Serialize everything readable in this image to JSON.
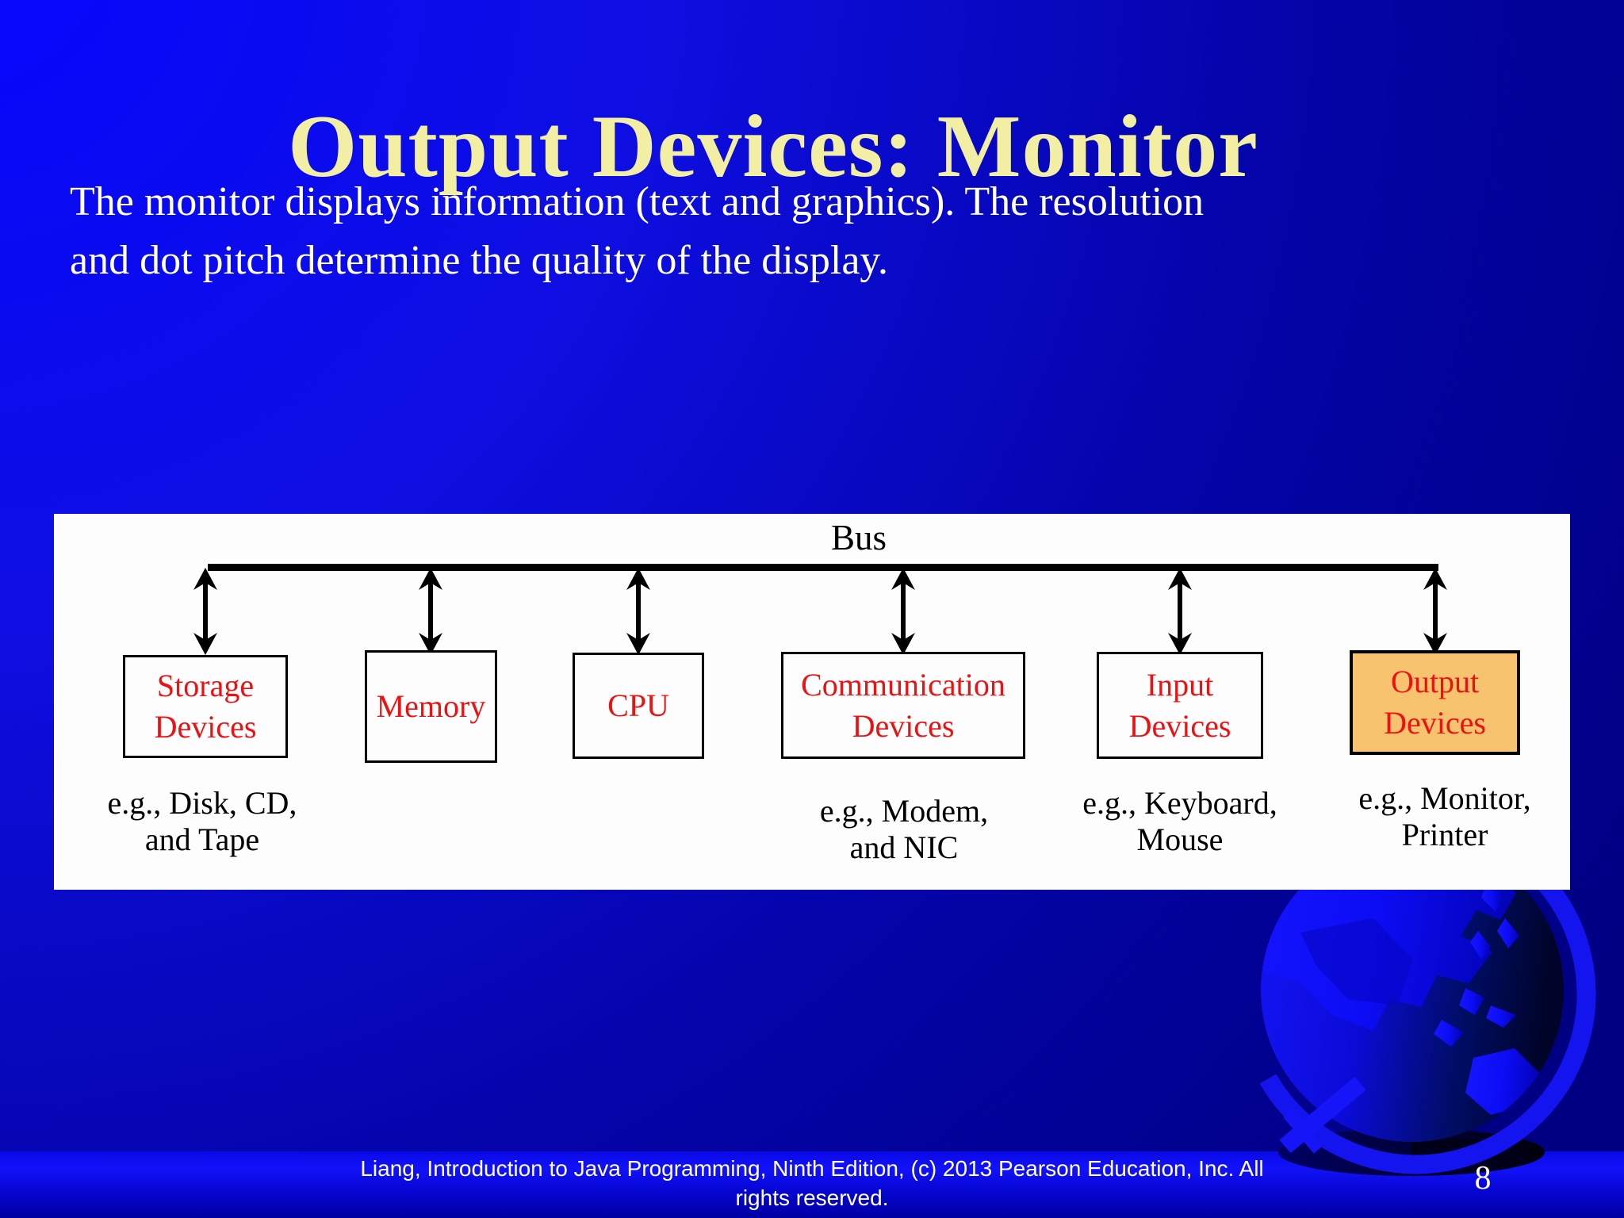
{
  "slide": {
    "title": "Output Devices: Monitor",
    "body": {
      "line1": "The monitor displays information (text and graphics). The resolution",
      "line2": "and dot pitch determine the quality of the display."
    }
  },
  "diagram": {
    "bus_label": "Bus",
    "nodes": [
      {
        "line1": "Storage",
        "line2": "Devices",
        "sub1": "e.g., Disk, CD,",
        "sub2": "and Tape",
        "highlighted": false
      },
      {
        "line1": "Memory",
        "line2": "",
        "sub1": "",
        "sub2": "",
        "highlighted": false
      },
      {
        "line1": "CPU",
        "line2": "",
        "sub1": "",
        "sub2": "",
        "highlighted": false
      },
      {
        "line1": "Communication",
        "line2": "Devices",
        "sub1": "e.g., Modem,",
        "sub2": "and NIC",
        "highlighted": false
      },
      {
        "line1": "Input",
        "line2": "Devices",
        "sub1": "e.g., Keyboard,",
        "sub2": "Mouse",
        "highlighted": false
      },
      {
        "line1": "Output",
        "line2": "Devices",
        "sub1": "e.g., Monitor,",
        "sub2": "Printer",
        "highlighted": true
      }
    ]
  },
  "footer": {
    "copyright_line1": "Liang, Introduction to Java Programming, Ninth Edition, (c) 2013 Pearson Education, Inc. All",
    "copyright_line2": "rights reserved.",
    "page_number": "8"
  },
  "colors": {
    "title_text": "#f2efa4",
    "body_text": "#ffffff",
    "box_label_text": "#ee1111",
    "highlight_box_fill": "#f8c36e",
    "panel_background": "#fdfdfd",
    "bus_line": "#000000",
    "background_top_left": "#0707ff",
    "background_dark": "#000080"
  }
}
